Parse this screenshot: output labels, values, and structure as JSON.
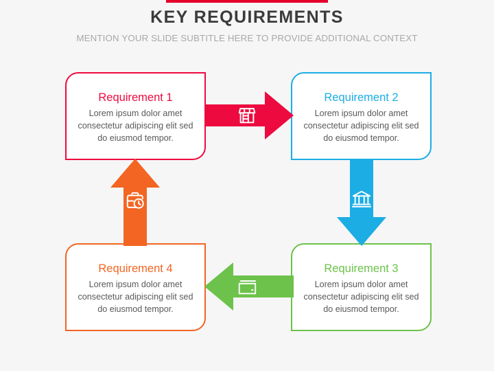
{
  "slide": {
    "title": "KEY REQUIREMENTS",
    "subtitle": "MENTION YOUR SLIDE SUBTITLE HERE TO PROVIDE ADDITIONAL CONTEXT",
    "background_color": "#f6f6f6",
    "accent_bar_color": "#e4002b",
    "title_color": "#3b3b3d",
    "subtitle_color": "#a8a8a8"
  },
  "boxes": [
    {
      "id": "requirement-1",
      "title": "Requirement 1",
      "body": "Lorem ipsum dolor amet consectetur adipiscing elit sed do eiusmod tempor.",
      "color": "#ed0a3f",
      "position": "top-left"
    },
    {
      "id": "requirement-2",
      "title": "Requirement 2",
      "body": "Lorem ipsum dolor amet consectetur adipiscing elit sed do eiusmod tempor.",
      "color": "#1cade4",
      "position": "top-right"
    },
    {
      "id": "requirement-3",
      "title": "Requirement 3",
      "body": "Lorem ipsum dolor amet consectetur adipiscing elit sed do eiusmod tempor.",
      "color": "#6cc24a",
      "position": "bottom-right"
    },
    {
      "id": "requirement-4",
      "title": "Requirement 4",
      "body": "Lorem ipsum dolor amet consectetur adipiscing elit sed do eiusmod tempor.",
      "color": "#f26522",
      "position": "bottom-left"
    }
  ],
  "arrows": [
    {
      "id": "arrow-right",
      "direction": "right",
      "color": "#ed0a3f",
      "icon": "shop-icon",
      "from": "requirement-1",
      "to": "requirement-2"
    },
    {
      "id": "arrow-down",
      "direction": "down",
      "color": "#1cade4",
      "icon": "bank-icon",
      "from": "requirement-2",
      "to": "requirement-3"
    },
    {
      "id": "arrow-left",
      "direction": "left",
      "color": "#6cc24a",
      "icon": "credit-card-icon",
      "from": "requirement-3",
      "to": "requirement-4"
    },
    {
      "id": "arrow-up",
      "direction": "up",
      "color": "#f26522",
      "icon": "briefcase-clock-icon",
      "from": "requirement-4",
      "to": "requirement-1"
    }
  ]
}
